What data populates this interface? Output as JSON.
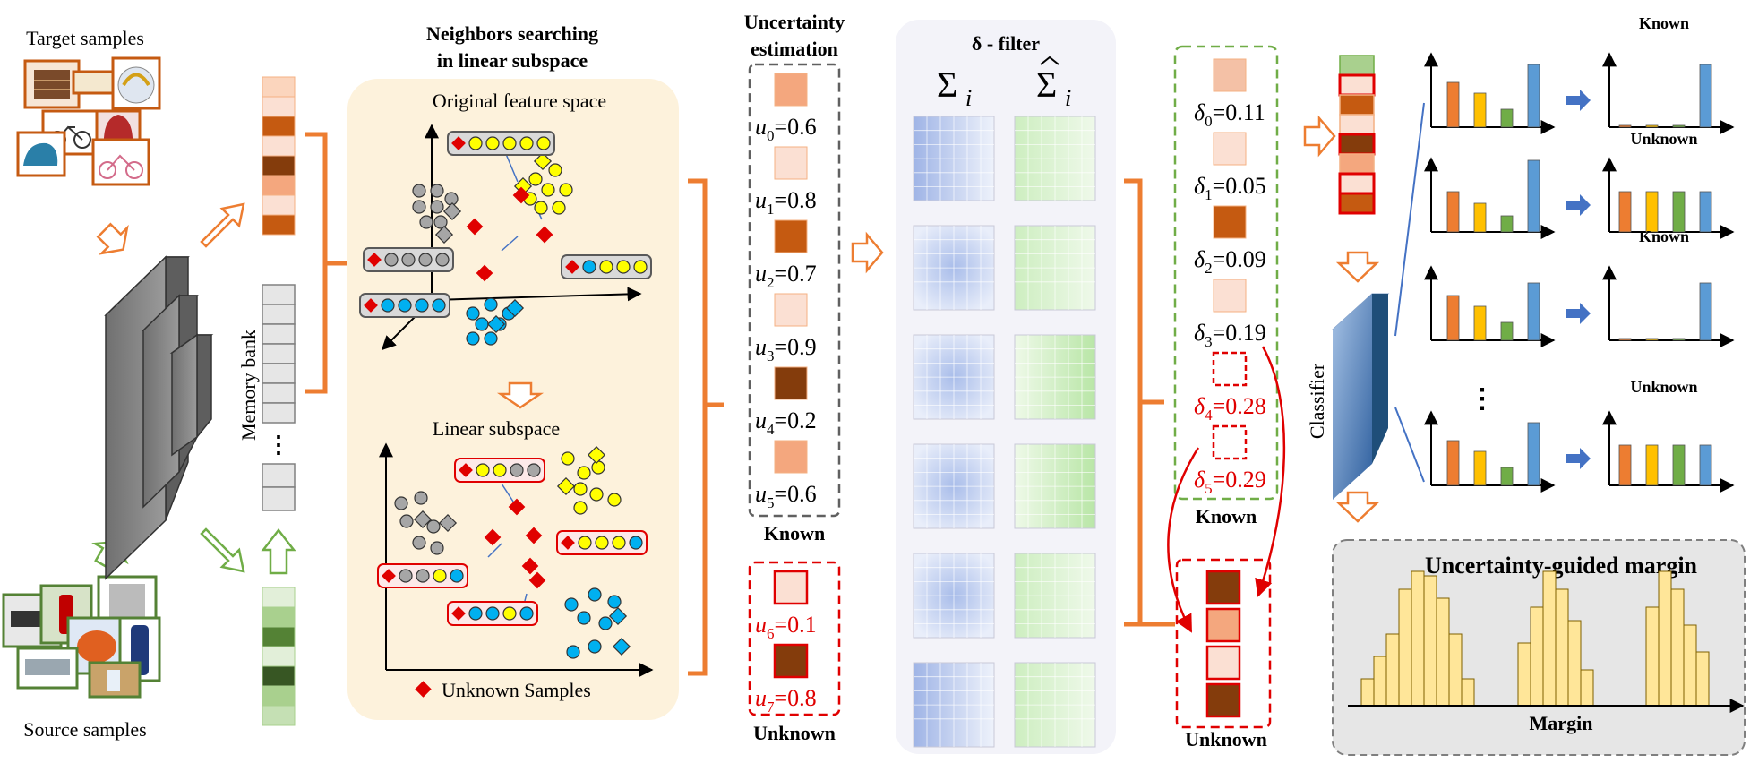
{
  "labels": {
    "target_samples": "Target samples",
    "source_samples": "Source samples",
    "memory_bank": "Memory bank",
    "neighbors_title_line1": "Neighbors searching",
    "neighbors_title_line2": "in linear subspace",
    "original_feature_space": "Original feature space",
    "linear_subspace": "Linear subspace",
    "unknown_samples_legend": "Unknown Samples",
    "uncertainty_title_line1": "Uncertainty",
    "uncertainty_title_line2": "estimation",
    "known": "Known",
    "unknown": "Unknown",
    "delta_filter_title": "δ - filter",
    "sigma": "Σ",
    "sigma_sub": "i",
    "classifier": "Classifier",
    "ellipsis": "⋮",
    "margin_panel_title": "Uncertainty-guided margin",
    "margin_axis": "Margin"
  },
  "uncertainty": {
    "known_items": [
      {
        "sym": "u",
        "sub": "0",
        "value": "=0.6",
        "color": "#f4a77e"
      },
      {
        "sym": "u",
        "sub": "1",
        "value": "=0.8",
        "color": "#fbe0d3"
      },
      {
        "sym": "u",
        "sub": "2",
        "value": "=0.7",
        "color": "#c55a11"
      },
      {
        "sym": "u",
        "sub": "3",
        "value": "=0.9",
        "color": "#fbe0d3"
      },
      {
        "sym": "u",
        "sub": "4",
        "value": "=0.2",
        "color": "#843c0c"
      },
      {
        "sym": "u",
        "sub": "5",
        "value": "=0.6",
        "color": "#f4a77e"
      }
    ],
    "unknown_items": [
      {
        "sym": "u",
        "sub": "6",
        "value": "=0.1",
        "color": "#fbe0d3"
      },
      {
        "sym": "u",
        "sub": "7",
        "value": "=0.8",
        "color": "#843c0c"
      }
    ]
  },
  "delta": {
    "items": [
      {
        "sym": "δ",
        "sub": "0",
        "value": "=0.11",
        "color": "#f4c1a6"
      },
      {
        "sym": "δ",
        "sub": "1",
        "value": "=0.05",
        "color": "#fbe0d3"
      },
      {
        "sym": "δ",
        "sub": "2",
        "value": "=0.09",
        "color": "#c55a11"
      },
      {
        "sym": "δ",
        "sub": "3",
        "value": "=0.19",
        "color": "#fbe0d3"
      },
      {
        "sym": "δ",
        "sub": "4",
        "value": "=0.28",
        "color": "#ffffff"
      },
      {
        "sym": "δ",
        "sub": "5",
        "value": "=0.29",
        "color": "#ffffff"
      }
    ],
    "unknown_stack": [
      "#843c0c",
      "#f4a77e",
      "#fbe0d3",
      "#843c0c"
    ]
  },
  "features": {
    "target_vector": [
      "#fbd5bd",
      "#fbe0d3",
      "#c55a11",
      "#fbe0d3",
      "#843c0c",
      "#f4a77e",
      "#fbe0d3",
      "#c55a11"
    ],
    "source_vector": [
      "#e2efd9",
      "#a9d08e",
      "#548235",
      "#e2efd9",
      "#375623",
      "#a9d08e",
      "#c5e0b4"
    ],
    "classifier_input": [
      "#a9d08e",
      "#fbe0d3",
      "#c55a11",
      "#fbe0d3",
      "#843c0c",
      "#f4a77e",
      "#fbe0d3",
      "#c55a11"
    ]
  },
  "outputs": {
    "rows": [
      {
        "right_label": "Known"
      },
      {
        "right_label": "Unknown"
      },
      {
        "right_label": "Known"
      },
      {
        "right_label": "Unknown"
      }
    ],
    "bar_colors": [
      "#ed7d31",
      "#ffc000",
      "#70ad47",
      "#5b9bd5"
    ]
  },
  "colors": {
    "orange": "#ed7d31",
    "green": "#70ad47",
    "red": "#e00000",
    "blue": "#4472c4",
    "panel_bg": "#fdf2dc",
    "filter_bg": "#f3f3f9"
  }
}
